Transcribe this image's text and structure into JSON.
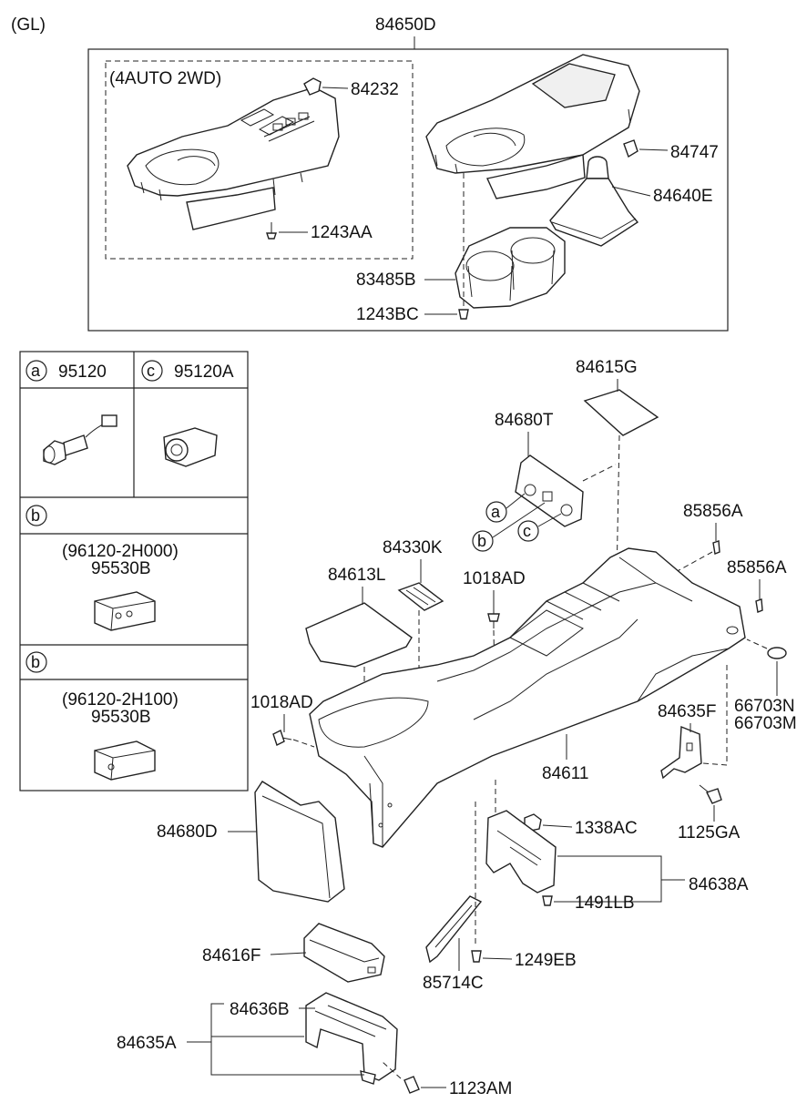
{
  "variant_label": "(GL)",
  "assembly_label": "84650D",
  "subassembly_label": "(4AUTO 2WD)",
  "part_labels": {
    "p84232": "84232",
    "p1243AA": "1243AA",
    "p84747": "84747",
    "p84640E": "84640E",
    "p83485B": "83485B",
    "p1243BC": "1243BC",
    "p84615G": "84615G",
    "p84680T": "84680T",
    "p85856A_1": "85856A",
    "p85856A_2": "85856A",
    "p84330K": "84330K",
    "p84613L": "84613L",
    "p1018AD_1": "1018AD",
    "p1018AD_2": "1018AD",
    "p66703N": "66703N",
    "p66703M": "66703M",
    "p84635F": "84635F",
    "p84611": "84611",
    "p1125GA": "1125GA",
    "p84680D": "84680D",
    "p1338AC": "1338AC",
    "p84638A": "84638A",
    "p1491LB": "1491LB",
    "p84616F": "84616F",
    "p1249EB": "1249EB",
    "p85714C": "85714C",
    "p84636B": "84636B",
    "p84635A": "84635A",
    "p1123AM": "1123AM"
  },
  "callouts": {
    "a": "a",
    "b": "b",
    "c": "c"
  },
  "legend": {
    "cell_a": {
      "letter": "a",
      "part": "95120"
    },
    "cell_c": {
      "letter": "c",
      "part": "95120A"
    },
    "cell_b1": {
      "letter": "b",
      "code": "(96120-2H000)",
      "part": "95530B"
    },
    "cell_b2": {
      "letter": "b",
      "code": "(96120-2H100)",
      "part": "95530B"
    }
  }
}
